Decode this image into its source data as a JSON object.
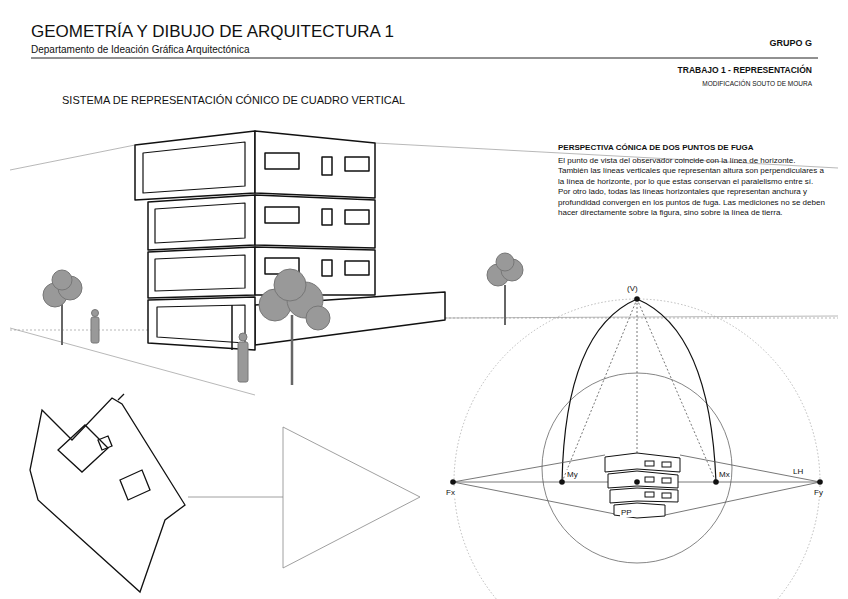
{
  "diagram": {
    "title": "GEOMETRÍA Y DIBUJO DE ARQUITECTURA 1",
    "labels": [
      "Departamento de Ideación Gráfica Arquitectónica",
      "GRUPO G",
      "TRABAJO 1 - REPRESENTACIÓN",
      "MODIFICACIÓN SOUTO DE MOURA",
      "SISTEMA DE REPRESENTACIÓN CÓNICO DE CUADRO VERTICAL",
      "PERSPECTIVA CÓNICA DE DOS PUNTOS DE FUGA",
      "El punto de vista del observador coincide con la línea de horizonte. También las líneas verticales que representan altura son perpendiculares a la línea de horizonte, por lo que estas conservan el paralelismo entre sí. Por otro lado, todas las líneas horizontales que representan anchura y profundidad convergen en los puntos de fuga. Las mediciones no se deben hacer directamente sobre la figura, sino sobre la línea de tierra.",
      "(V)",
      "My",
      "Mx",
      "LH",
      "Fx",
      "PP",
      "Fy"
    ]
  }
}
